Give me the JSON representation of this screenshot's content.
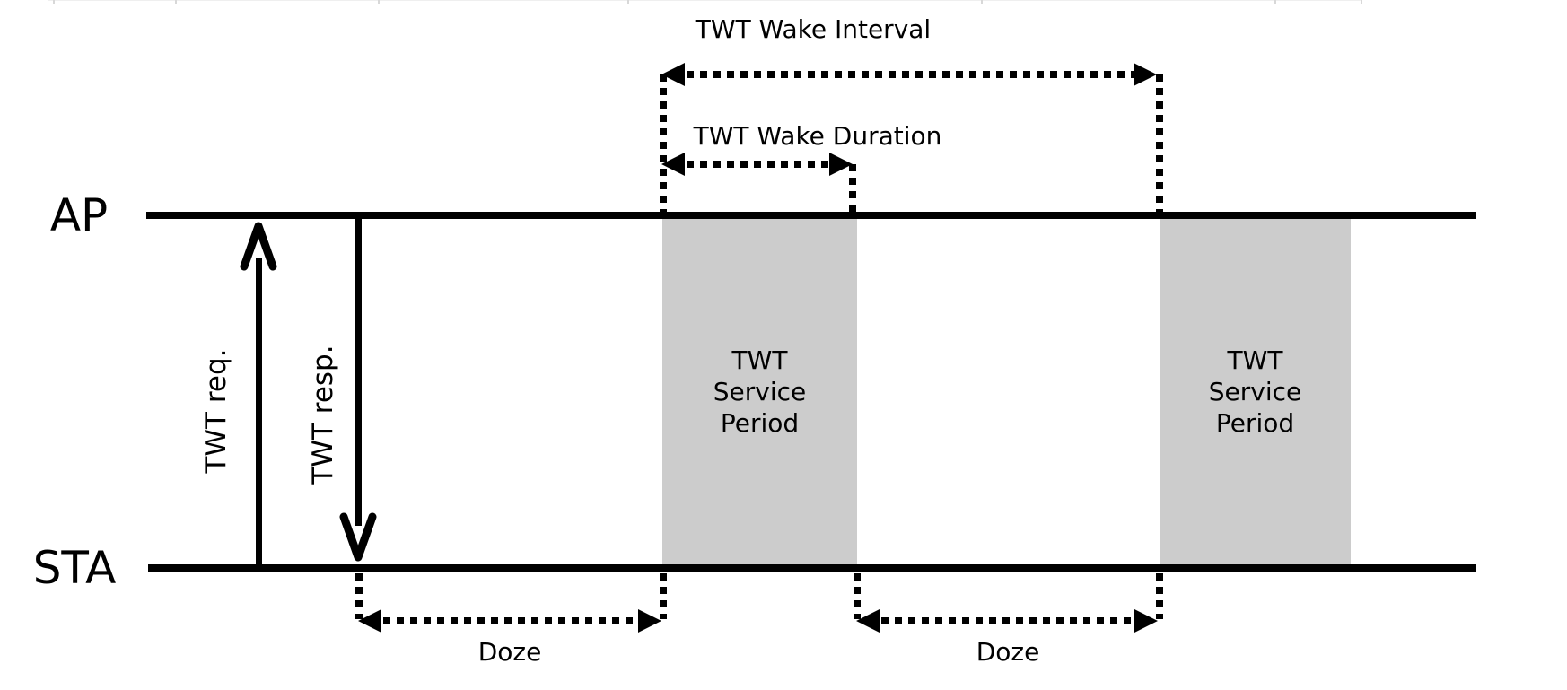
{
  "colors": {
    "line": "#000000",
    "service_period_fill": "#cccccc",
    "page_artifact": "#d8d8d8"
  },
  "lanes": {
    "ap": {
      "label": "AP"
    },
    "sta": {
      "label": "STA"
    }
  },
  "setup_messages": {
    "request": {
      "label": "TWT req."
    },
    "response": {
      "label": "TWT resp."
    }
  },
  "intervals": {
    "wake_interval": {
      "label": "TWT Wake Interval"
    },
    "wake_duration": {
      "label": "TWT Wake Duration"
    },
    "doze_1": {
      "label": "Doze"
    },
    "doze_2": {
      "label": "Doze"
    }
  },
  "service_periods": [
    {
      "label": "TWT\nService\nPeriod"
    },
    {
      "label": "TWT\nService\nPeriod"
    }
  ]
}
